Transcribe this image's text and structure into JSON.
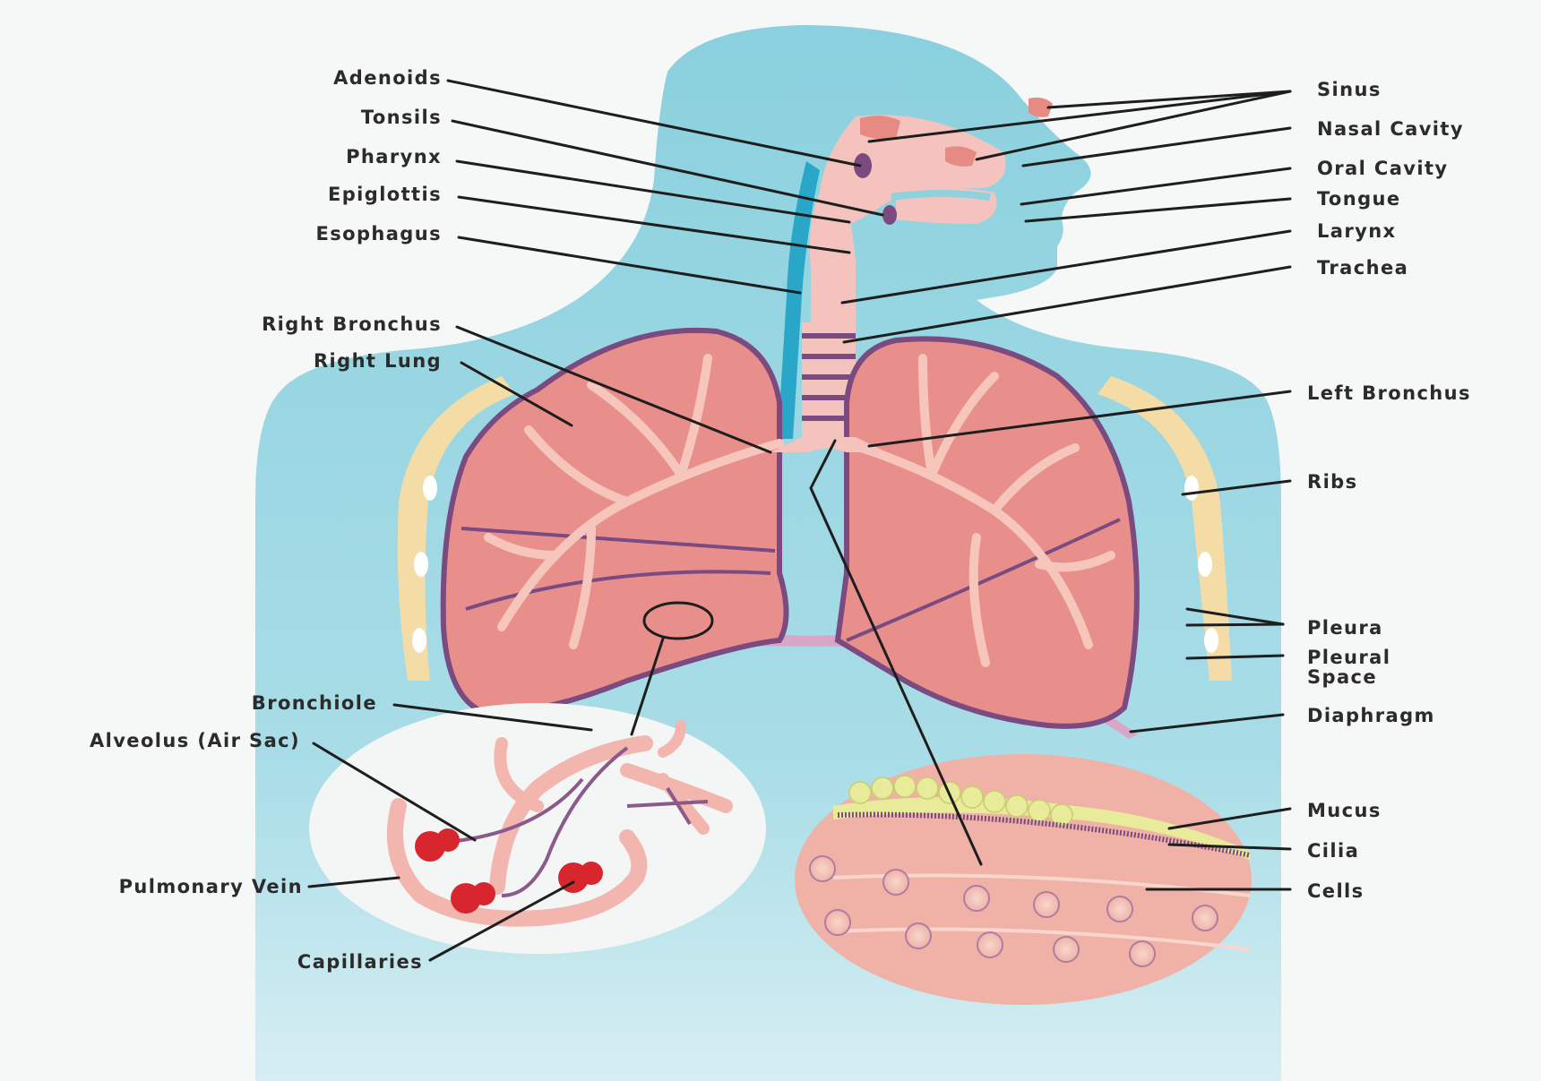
{
  "labels": {
    "adenoids": "Adenoids",
    "tonsils": "Tonsils",
    "pharynx": "Pharynx",
    "epiglottis": "Epiglottis",
    "esophagus": "Esophagus",
    "right_bronchus": "Right Bronchus",
    "right_lung": "Right Lung",
    "bronchiole": "Bronchiole",
    "alveolus": "Alveolus (Air Sac)",
    "pulmonary_vein": "Pulmonary Vein",
    "capillaries": "Capillaries",
    "sinus": "Sinus",
    "nasal_cavity": "Nasal Cavity",
    "oral_cavity": "Oral Cavity",
    "tongue": "Tongue",
    "larynx": "Larynx",
    "trachea": "Trachea",
    "left_bronchus": "Left Bronchus",
    "ribs": "Ribs",
    "pleura": "Pleura",
    "pleural_space_line1": "Pleural",
    "pleural_space_line2": "Space",
    "diaphragm": "Diaphragm",
    "mucus": "Mucus",
    "cilia": "Cilia",
    "cells": "Cells"
  },
  "colors": {
    "body": "#8fd1de",
    "lung": "#e98f8b",
    "lung_outline": "#7a4a80",
    "airway": "#f4c3bd",
    "esophagus": "#2aa7c8",
    "ribs": "#f3dca6",
    "mucus": "#e8eb9a",
    "capillary": "#d7262e"
  }
}
